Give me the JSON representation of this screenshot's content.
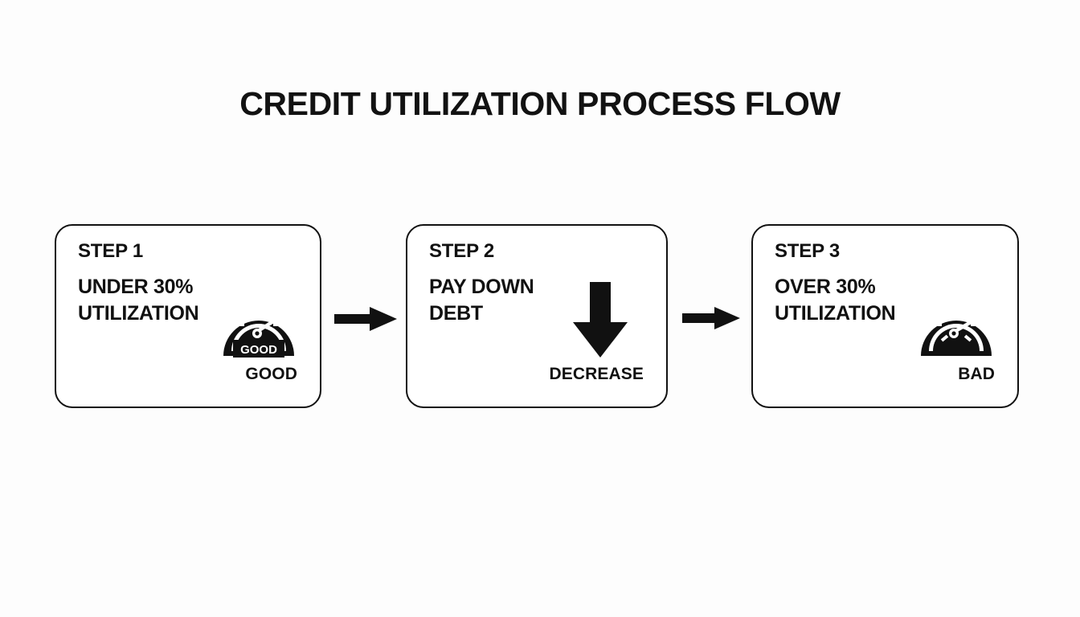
{
  "page": {
    "title": "CREDIT UTILIZATION PROCESS FLOW",
    "background_color": "#fdfdfd",
    "ink_color": "#111111"
  },
  "flow": {
    "steps": [
      {
        "step_label": "STEP 1",
        "body": "UNDER 30%\nUTILIZATION",
        "caption": "GOOD",
        "icon": "gauge-icon",
        "icon_inner_text": "GOOD"
      },
      {
        "step_label": "STEP 2",
        "body": "PAY DOWN\nDEBT",
        "caption": "DECREASE",
        "icon": "arrow-down-icon",
        "icon_inner_text": ""
      },
      {
        "step_label": "STEP 3",
        "body": "OVER 30%\nUTILIZATION",
        "caption": "BAD",
        "icon": "gauge-icon",
        "icon_inner_text": ""
      }
    ],
    "connectors": [
      {
        "icon": "arrow-right-icon"
      },
      {
        "icon": "arrow-right-icon"
      }
    ]
  }
}
